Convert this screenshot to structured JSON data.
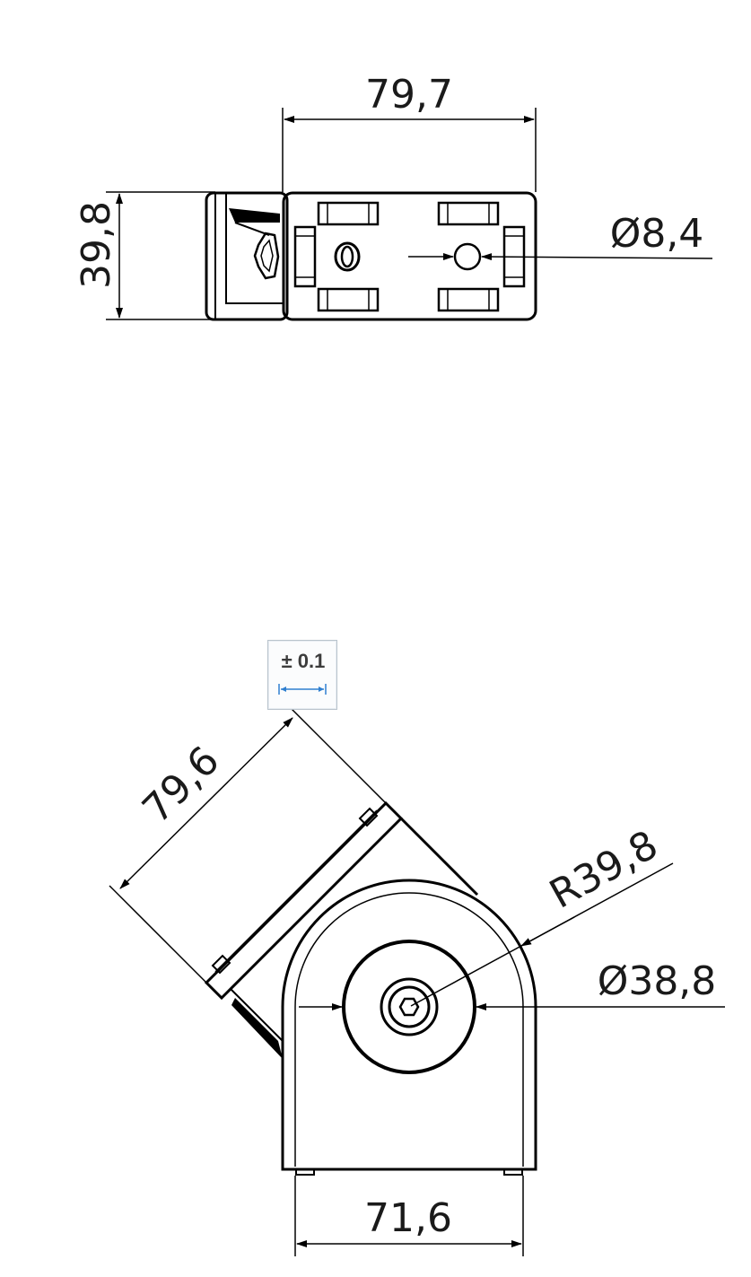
{
  "top_view": {
    "width_dimension": "79,7",
    "height_dimension": "39,8",
    "hole_diameter": "Ø8,4"
  },
  "front_view": {
    "diagonal_dimension": "79,6",
    "radius_dimension": "R39,8",
    "hub_diameter": "Ø38,8",
    "base_width": "71,6"
  },
  "tolerance_badge": {
    "label": "± 0.1",
    "icon": "dimension-tolerance-icon",
    "accent_color": "#2f7fd0"
  }
}
